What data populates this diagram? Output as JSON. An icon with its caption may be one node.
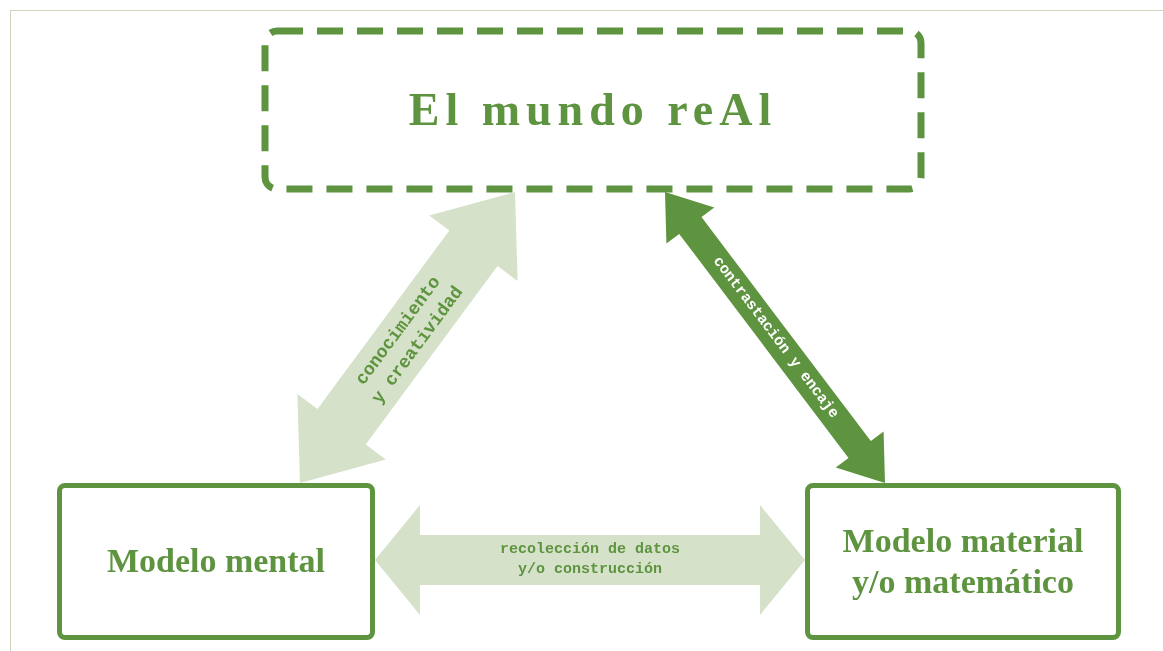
{
  "diagram": {
    "nodes": [
      {
        "text": [
          "El mundo reAl"
        ]
      },
      {
        "text": [
          "Modelo mental"
        ]
      },
      {
        "text": [
          "Modelo material y/o matemático"
        ]
      }
    ],
    "edges": [
      {
        "from": 1,
        "to": 0,
        "arrow": "both",
        "label": "conocimiento y creatividad"
      },
      {
        "from": 0,
        "to": 2,
        "arrow": "both",
        "label": "contrastación y encaje",
        "color": "#5e9440"
      },
      {
        "from": 1,
        "to": 2,
        "arrow": "both",
        "label": "recolección de datos y/o construcción"
      }
    ]
  }
}
